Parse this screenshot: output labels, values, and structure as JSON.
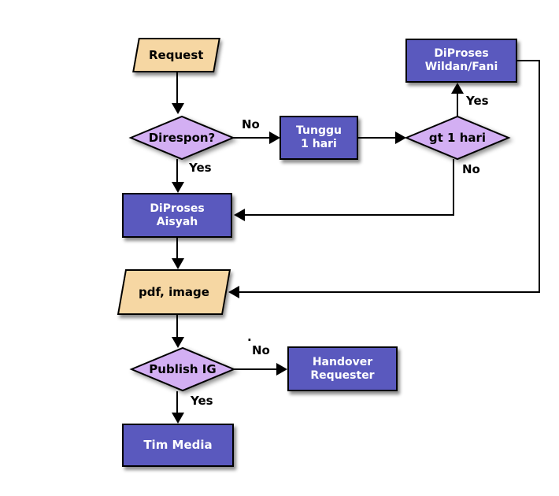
{
  "nodes": {
    "request": {
      "label": "Request",
      "type": "input-output"
    },
    "direspon": {
      "label": "Direspon?",
      "type": "decision"
    },
    "tunggu": {
      "line1": "Tunggu",
      "line2": "1 hari",
      "type": "process"
    },
    "gt_1_hari": {
      "label": "gt 1 hari",
      "type": "decision"
    },
    "diproses_wildan_fani": {
      "line1": "DiProses",
      "line2": "Wildan/Fani",
      "type": "process"
    },
    "diproses_aisyah": {
      "line1": "DiProses",
      "line2": "Aisyah",
      "type": "process"
    },
    "pdf_image": {
      "label": "pdf, image",
      "type": "input-output"
    },
    "publish_ig": {
      "label": "Publish IG",
      "type": "decision"
    },
    "handover_requester": {
      "line1": "Handover",
      "line2": "Requester",
      "type": "process"
    },
    "tim_media": {
      "label": "Tim Media",
      "type": "process"
    }
  },
  "edge_labels": {
    "direspon_no": "No",
    "direspon_yes": "Yes",
    "gt_yes": "Yes",
    "gt_no": "No",
    "publish_no": "No",
    "publish_no_dot": ".",
    "publish_yes": "Yes"
  },
  "colors": {
    "process_fill": "#5A59BE",
    "process_text": "#FFFFFF",
    "decision_fill": "#D3AFF3",
    "io_fill": "#F6D7A3",
    "stroke": "#000000",
    "background": "#FFFFFF"
  }
}
